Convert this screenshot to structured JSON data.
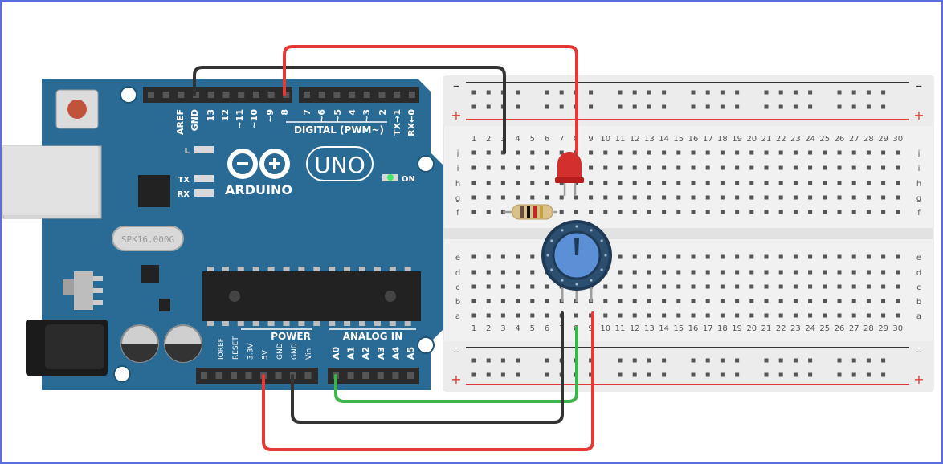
{
  "board": {
    "brand": "ARDUINO",
    "model": "UNO",
    "crystal": "SPK16.000G",
    "digital_header_title": "DIGITAL (PWM~)",
    "power_header_title": "POWER",
    "analog_header_title": "ANALOG IN",
    "led_labels": {
      "l": "L",
      "tx": "TX",
      "rx": "RX",
      "on": "ON"
    },
    "top_pins": [
      "AREF",
      "GND",
      "13",
      "12",
      "~11",
      "~10",
      "~9",
      "8",
      "7",
      "~6",
      "~5",
      "4",
      "~3",
      "2",
      "TX→1",
      "RX←0"
    ],
    "bottom_power_pins": [
      "IOREF",
      "RESET",
      "3.3V",
      "5V",
      "GND",
      "GND",
      "Vin"
    ],
    "bottom_analog_pins": [
      "A0",
      "A1",
      "A2",
      "A3",
      "A4",
      "A5"
    ],
    "colors": {
      "board": "#2a6b95",
      "header": "#2b2b2b",
      "chip": "#222222"
    }
  },
  "breadboard": {
    "columns": [
      "1",
      "2",
      "3",
      "4",
      "5",
      "6",
      "7",
      "8",
      "9",
      "10",
      "11",
      "12",
      "13",
      "14",
      "15",
      "16",
      "17",
      "18",
      "19",
      "20",
      "21",
      "22",
      "23",
      "24",
      "25",
      "26",
      "27",
      "28",
      "29",
      "30"
    ],
    "top_rows": [
      "j",
      "i",
      "h",
      "g",
      "f"
    ],
    "bottom_rows": [
      "e",
      "d",
      "c",
      "b",
      "a"
    ],
    "rail_plus": "+",
    "rail_minus": "–"
  },
  "components": {
    "led": {
      "color": "#d32f2f"
    },
    "resistor": {
      "bands": [
        "#6d4c41",
        "#111111",
        "#c62828",
        "#c9a13b"
      ]
    },
    "potentiometer": {
      "knob_color": "#5b8fd6"
    }
  },
  "wires": [
    {
      "from": "GND",
      "to": "breadboard col 3",
      "color": "#333333"
    },
    {
      "from": "8",
      "to": "LED",
      "color": "#e53935"
    },
    {
      "from": "A0",
      "to": "pot wiper",
      "color": "#3cb54a"
    },
    {
      "from": "5V",
      "to": "pot right",
      "color": "#e53935"
    },
    {
      "from": "GND",
      "to": "pot left",
      "color": "#333333"
    }
  ]
}
